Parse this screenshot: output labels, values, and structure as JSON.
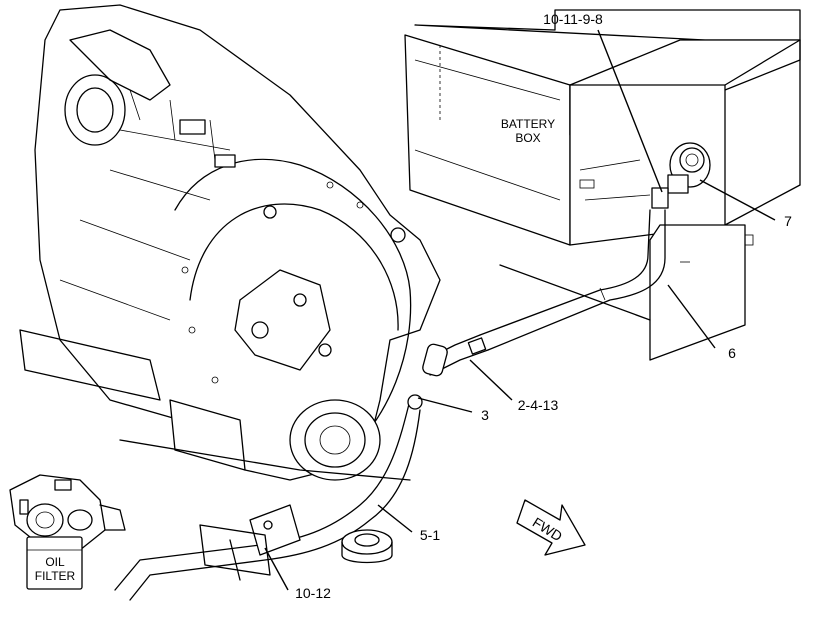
{
  "labels": {
    "battery_box_line1": "BATTERY",
    "battery_box_line2": "BOX",
    "oil_filter_line1": "OIL",
    "oil_filter_line2": "FILTER",
    "fwd": "FWD"
  },
  "callouts": {
    "c_10_11_9_8": "10-11-9-8",
    "c_7": "7",
    "c_6": "6",
    "c_3": "3",
    "c_2_4_13": "2-4-13",
    "c_5_1": "5-1",
    "c_10_12": "10-12"
  }
}
